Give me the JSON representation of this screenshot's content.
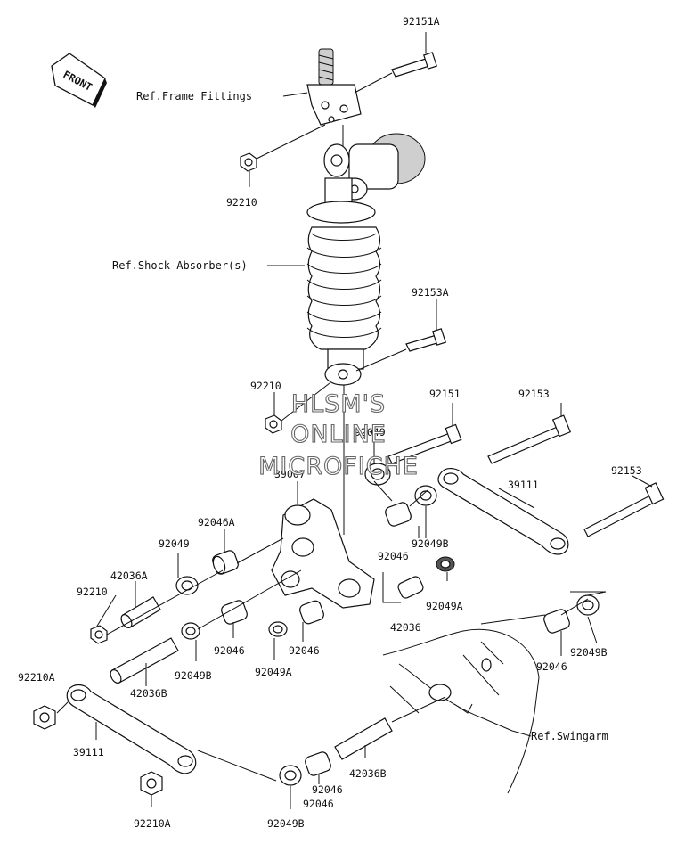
{
  "front_badge": "FRONT",
  "refs": {
    "frame_fittings": "Ref.Frame Fittings",
    "shock_absorber": "Ref.Shock Absorber(s)",
    "swingarm": "Ref.Swingarm"
  },
  "watermark": [
    "HLSM'S",
    "ONLINE",
    "MICROFICHE"
  ],
  "parts": [
    {
      "id": "p01",
      "label": "92151A"
    },
    {
      "id": "p02",
      "label": "92210"
    },
    {
      "id": "p03",
      "label": "92153A"
    },
    {
      "id": "p04",
      "label": "92210"
    },
    {
      "id": "p05",
      "label": "92151"
    },
    {
      "id": "p06",
      "label": "92153"
    },
    {
      "id": "p07",
      "label": "92049"
    },
    {
      "id": "p08",
      "label": "39007"
    },
    {
      "id": "p09",
      "label": "39111"
    },
    {
      "id": "p10",
      "label": "92153"
    },
    {
      "id": "p11",
      "label": "92046A"
    },
    {
      "id": "p12",
      "label": "92049"
    },
    {
      "id": "p13",
      "label": "92049B"
    },
    {
      "id": "p14",
      "label": "42036A"
    },
    {
      "id": "p15",
      "label": "92046"
    },
    {
      "id": "p16",
      "label": "92210"
    },
    {
      "id": "p17",
      "label": "92049A"
    },
    {
      "id": "p18",
      "label": "42036"
    },
    {
      "id": "p19",
      "label": "92046"
    },
    {
      "id": "p20",
      "label": "92049B"
    },
    {
      "id": "p21",
      "label": "92046"
    },
    {
      "id": "p22",
      "label": "92049A"
    },
    {
      "id": "p23",
      "label": "92046"
    },
    {
      "id": "p24",
      "label": "92049B"
    },
    {
      "id": "p25",
      "label": "92210A"
    },
    {
      "id": "p26",
      "label": "42036B"
    },
    {
      "id": "p27",
      "label": "92046"
    },
    {
      "id": "p28",
      "label": "39111"
    },
    {
      "id": "p29",
      "label": "42036B"
    },
    {
      "id": "p30",
      "label": "92046"
    },
    {
      "id": "p31",
      "label": "92210A"
    },
    {
      "id": "p32",
      "label": "92049B"
    }
  ]
}
